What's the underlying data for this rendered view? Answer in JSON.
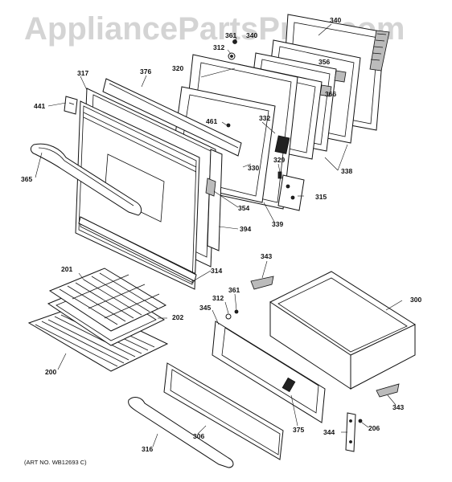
{
  "watermark": "AppliancePartsPros.com",
  "art_number": "(ART NO. WB12693 C)",
  "callouts": {
    "c340": "340",
    "c361a": "361",
    "c312a": "312",
    "c340b": "340",
    "c356": "356",
    "c366": "366",
    "c320": "320",
    "c376": "376",
    "c317": "317",
    "c441": "441",
    "c461": "461",
    "c332": "332",
    "c329": "329",
    "c330": "330",
    "c338": "338",
    "c365": "365",
    "c354": "354",
    "c339": "339",
    "c315": "315",
    "c394": "394",
    "c314": "314",
    "c343a": "343",
    "c201": "201",
    "c361b": "361",
    "c312b": "312",
    "c345": "345",
    "c300": "300",
    "c202": "202",
    "c200": "200",
    "c343b": "343",
    "c375": "375",
    "c306": "306",
    "c344": "344",
    "c206": "206",
    "c316": "316"
  }
}
